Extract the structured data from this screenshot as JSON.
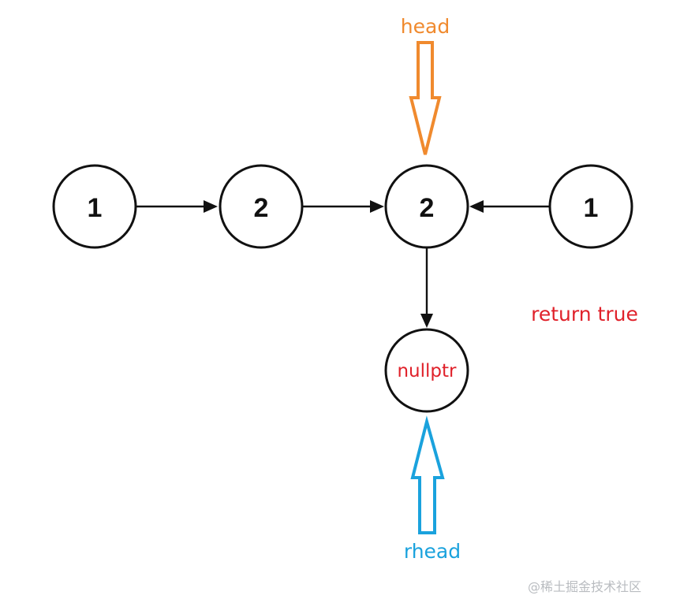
{
  "nodes": [
    {
      "value": "1"
    },
    {
      "value": "2"
    },
    {
      "value": "2"
    },
    {
      "value": "1"
    },
    {
      "value": "nullptr"
    }
  ],
  "labels": {
    "head": "head",
    "rhead": "rhead",
    "result": "return true"
  },
  "colors": {
    "head": "#f08a2e",
    "rhead": "#1aa2dd",
    "red_text": "#e0212a",
    "stroke": "#111111"
  },
  "watermark": "@稀土掘金技术社区"
}
